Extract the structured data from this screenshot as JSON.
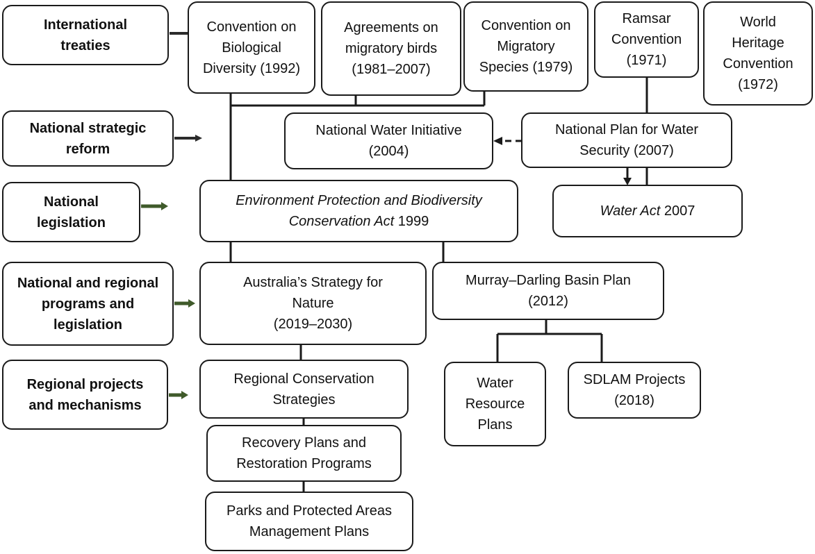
{
  "levels": {
    "international": [
      "International",
      "treaties"
    ],
    "strategic": [
      "National strategic",
      "reform"
    ],
    "legislation": [
      "National",
      "legislation"
    ],
    "programs": [
      "National and regional",
      "programs and",
      "legislation"
    ],
    "regional": [
      "Regional projects",
      "and mechanisms"
    ]
  },
  "nodes": {
    "cbd": [
      "Convention on",
      "Biological",
      "Diversity (1992)"
    ],
    "birds": [
      "Agreements on",
      "migratory birds",
      "(1981–2007)"
    ],
    "cms": [
      "Convention on",
      "Migratory",
      "Species (1979)"
    ],
    "ramsar": [
      "Ramsar",
      "Convention",
      "(1971)"
    ],
    "whc": [
      "World",
      "Heritage",
      "Convention",
      "(1972)"
    ],
    "nwi": [
      "National Water Initiative",
      "(2004)"
    ],
    "npws": [
      "National Plan for Water",
      "Security (2007)"
    ],
    "epbc": {
      "line1": "Environment Protection and Biodiversity",
      "line2_italic": "Conservation Act",
      "line2_rest": " 1999"
    },
    "water_act": {
      "italic": "Water Act",
      "rest": " 2007"
    },
    "strategy": [
      "Australia’s Strategy for",
      "Nature",
      "(2019–2030)"
    ],
    "mdbp": [
      "Murray–Darling Basin Plan",
      "(2012)"
    ],
    "rcs": [
      "Regional Conservation",
      "Strategies"
    ],
    "recovery": [
      "Recovery Plans and",
      "Restoration Programs"
    ],
    "parks": [
      "Parks and Protected Areas",
      "Management Plans"
    ],
    "wrp": [
      "Water",
      "Resource",
      "Plans"
    ],
    "sdlam": [
      "SDLAM Projects",
      "(2018)"
    ]
  }
}
